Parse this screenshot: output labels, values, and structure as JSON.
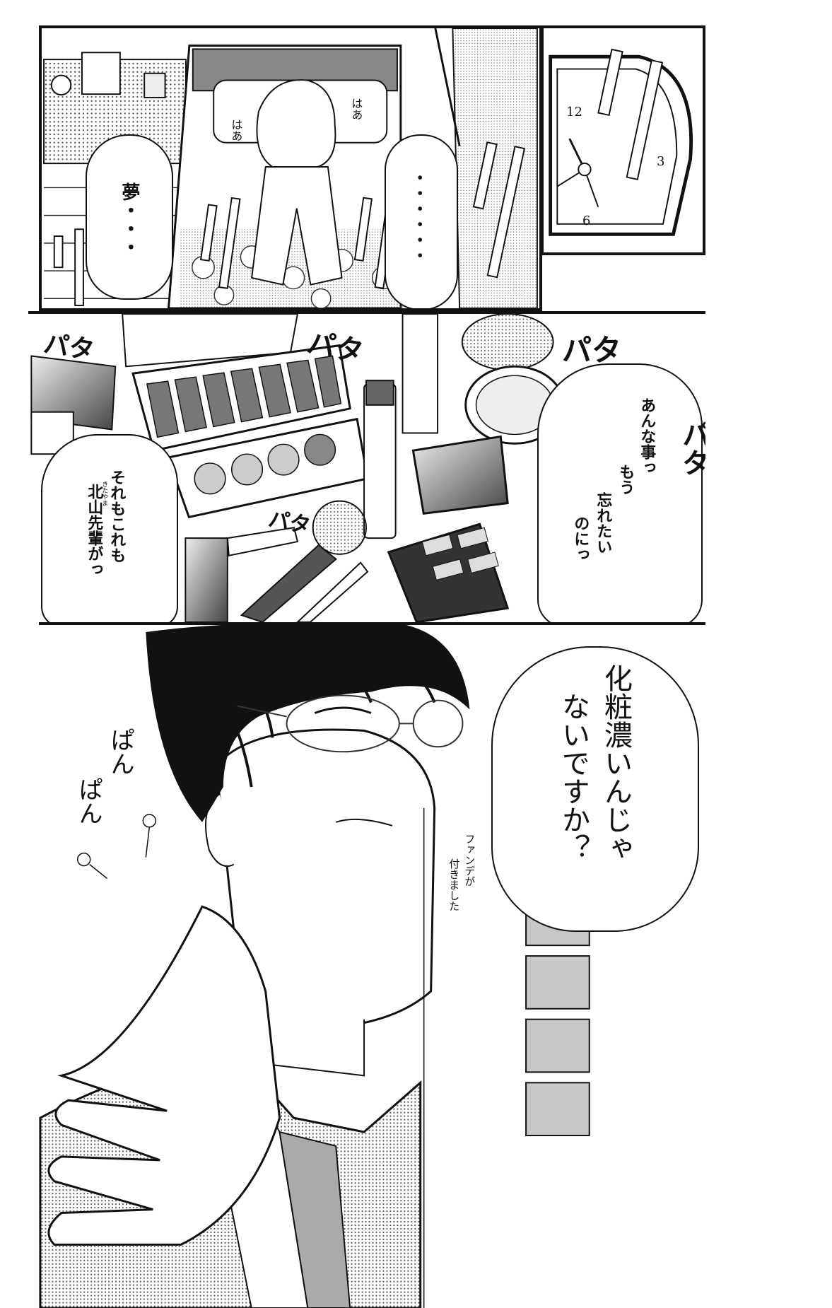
{
  "panel1": {
    "bubble_left": "夢・・・",
    "bubble_right": "・・・・・・",
    "pillow_sfx_1": "はあ",
    "pillow_sfx_2": "はあ",
    "clock_12": "12",
    "clock_3": "3",
    "clock_6": "6"
  },
  "panel2": {
    "sfx_pata_1": "パタ",
    "sfx_pata_2": "パタ",
    "sfx_pata_3": "パタ",
    "sfx_pata_4": "パタ",
    "sfx_pata_5": "パタ",
    "bubble_left_line1": "それもこれも",
    "bubble_left_line2": "北山先輩がっ",
    "furigana": "きたやま",
    "bubble_right_line1": "あんな事っ",
    "bubble_right_line2": "もう",
    "bubble_right_line3": "忘れたい",
    "bubble_right_line4": "のにっ"
  },
  "panel3": {
    "speech_line1": "化粧濃いんじゃ",
    "speech_line2": "ないですか？",
    "sfx_pon_1": "ぱん",
    "sfx_pon_2": "ぱん",
    "note_line1": "ファンデが",
    "note_line2": "付きました"
  },
  "colors": {
    "ink": "#111111",
    "paper": "#ffffff",
    "tone": "#bdbdbd"
  }
}
